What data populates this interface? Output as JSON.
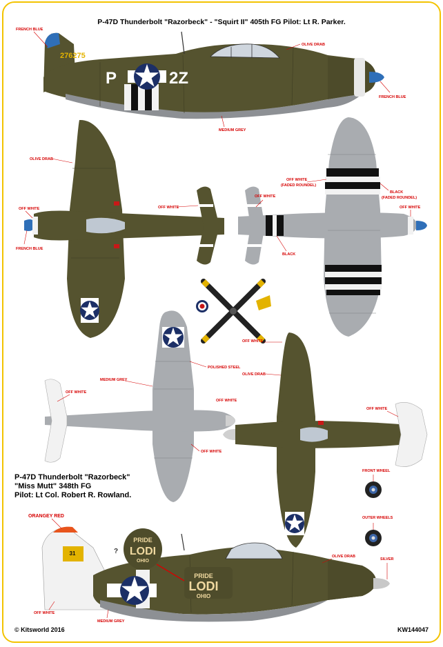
{
  "header": {
    "title": "P-47D Thunderbolt \"Razorbeck\" - \"Squirt II\" 405th FG Pilot: Lt R. Parker."
  },
  "aircraft1": {
    "serial": "276275",
    "code_left": "P",
    "code_right": "2Z",
    "callouts": {
      "french_blue_tail": "FRENCH BLUE",
      "olive_drab": "OLIVE DRAB",
      "french_blue_nose": "FRENCH BLUE",
      "medium_grey": "MEDIUM GREY"
    }
  },
  "plan_views": {
    "callouts": {
      "olive_drab_wing": "OLIVE DRAB",
      "off_white_nose": "OFF WHITE",
      "french_blue": "FRENCH BLUE",
      "off_white_tail_top": "OFF WHITE",
      "off_white_tail_bottom": "OFF WHITE",
      "off_white_stripe": "OFF WHITE",
      "faded_roundel": "(FADED ROUNDEL)",
      "black": "BLACK",
      "faded_roundel2": "(FADED ROUNDEL)",
      "off_white_nose_under": "OFF WHITE",
      "black_tail": "BLACK"
    }
  },
  "aircraft2": {
    "title_line1": "P-47D Thunderbolt \"Razorbeck\"",
    "title_line2": "\"Miss Mutt\" 348th FG",
    "title_line3": "Pilot: Lt Col. Robert R. Rowland.",
    "callouts": {
      "medium_grey": "MEDIUM GREY",
      "polished_steel": "POLISHED STEEL",
      "off_white_tail_under": "OFF WHITE",
      "off_white_under": "OFF WHITE",
      "off_white_top": "OFF WHITE",
      "olive_drab": "OLIVE DRAB",
      "off_white_wing": "OFF WHITE",
      "off_white_flap": "OFF WHITE",
      "off_white_tail_top": "OFF WHITE",
      "front_wheel": "FRONT WHEEL",
      "outer_wheels": "OUTER WHEELS",
      "orangey_red": "ORANGEY RED",
      "olive_drab_side": "OLIVE DRAB",
      "silver": "SILVER",
      "off_white_rudder": "OFF WHITE",
      "medium_grey_side": "MEDIUM GREY"
    },
    "nose_art_line1": "PRIDE",
    "nose_art_line2": "LODI",
    "nose_art_line3": "OHIO",
    "question_mark": "?",
    "tail_number": "31"
  },
  "footer": {
    "copyright": "© Kitsworld 2016",
    "code": "KW144047"
  },
  "colors": {
    "olive_drab": "#55532f",
    "medium_grey": "#a9acb0",
    "off_white": "#f2f2f2",
    "french_blue": "#2f6fb8",
    "insignia_blue": "#1c2f66",
    "callout_red": "#d60000",
    "border": "#f3c300"
  }
}
